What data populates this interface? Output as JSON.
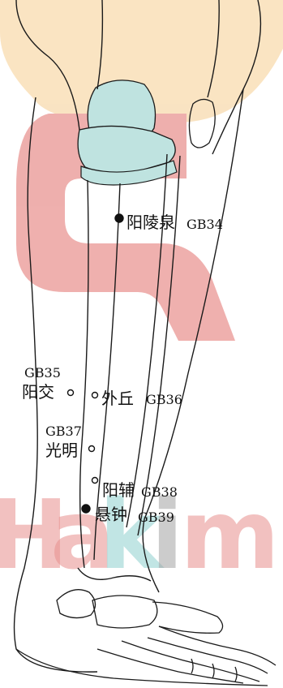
{
  "colors": {
    "bone_line": "#1a1a1a",
    "joint_fill": "#bfe3e0",
    "wm_red": "#e07a78",
    "wm_orange": "#f5c98a",
    "wm_teal": "#8ccfcf",
    "wm_gray": "#9a9a9a"
  },
  "watermark": {
    "letters": [
      "H",
      "a",
      "k",
      "i",
      "m"
    ]
  },
  "points": [
    {
      "name": "阳陵泉",
      "code": "GB34",
      "marker": "filled"
    },
    {
      "name": "阳交",
      "code": "GB35",
      "marker": "open"
    },
    {
      "name": "外丘",
      "code": "GB36",
      "marker": "open"
    },
    {
      "name": "光明",
      "code": "GB37",
      "marker": "open"
    },
    {
      "name": "阳辅",
      "code": "GB38",
      "marker": "open"
    },
    {
      "name": "悬钟",
      "code": "GB39",
      "marker": "filled"
    }
  ]
}
